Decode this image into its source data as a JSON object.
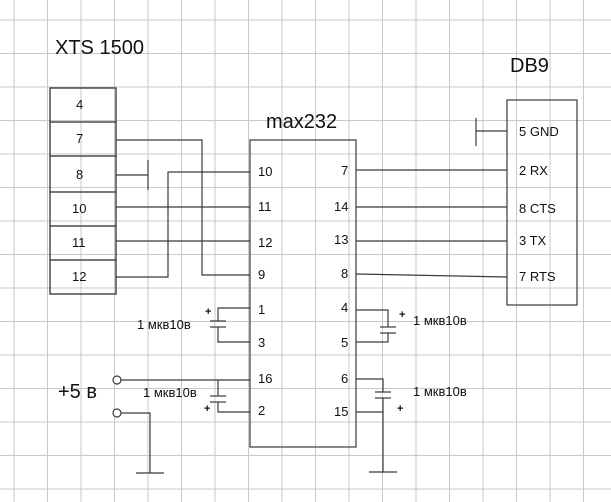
{
  "titles": {
    "xts": "XTS 1500",
    "db9": "DB9",
    "chip": "max232",
    "power": "+5 в"
  },
  "xts_pins": [
    "4",
    "7",
    "8",
    "10",
    "11",
    "12"
  ],
  "chip_left_pins": [
    "10",
    "11",
    "12",
    "9",
    "1",
    "3",
    "16",
    "2"
  ],
  "chip_right_pins": [
    "7",
    "14",
    "13",
    "8",
    "4",
    "5",
    "6",
    "15"
  ],
  "db9_pins": [
    "5 GND",
    "2 RX",
    "8 CTS",
    "3 TX",
    "7 RTS"
  ],
  "capacitors": {
    "c1": "1 мкв10в",
    "c2": "1 мкв10в",
    "c3": "1 мкв10в",
    "c4": "1 мкв10в",
    "plus": "+"
  }
}
